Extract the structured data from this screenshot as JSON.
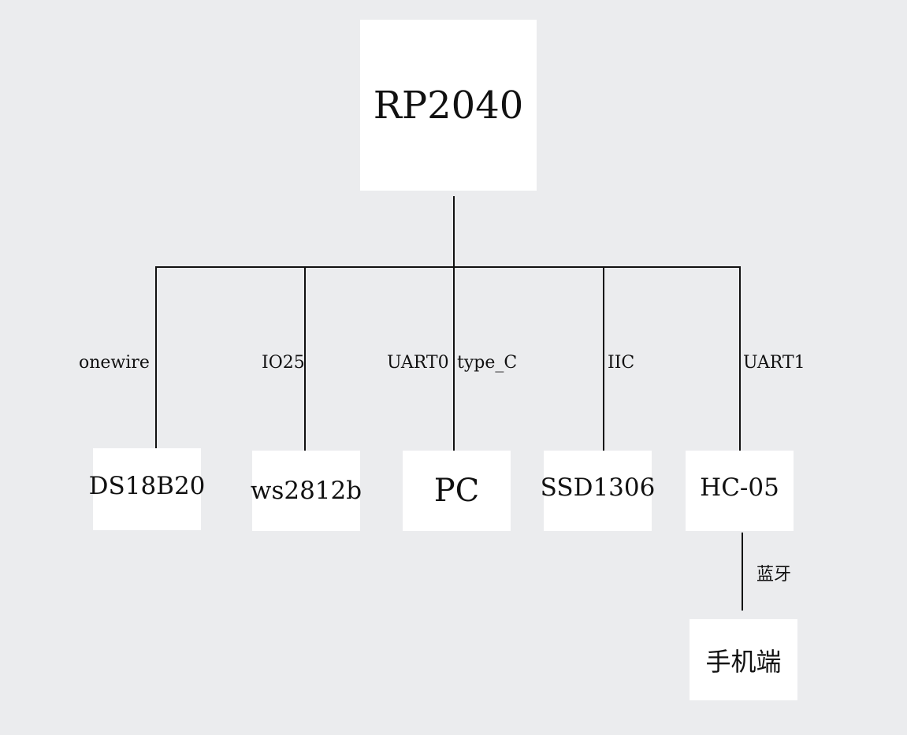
{
  "nodes": {
    "mcu": "RP2040",
    "ds18b20": "DS18B20",
    "ws2812b": "ws2812b",
    "pc": "PC",
    "ssd1306": "SSD1306",
    "hc05": "HC-05",
    "phone": "手机端"
  },
  "edges": {
    "onewire": "onewire",
    "io25": "IO25",
    "uart0": "UART0",
    "type_c": "type_C",
    "iic": "IIC",
    "uart1": "UART1",
    "bluetooth": "蓝牙"
  }
}
